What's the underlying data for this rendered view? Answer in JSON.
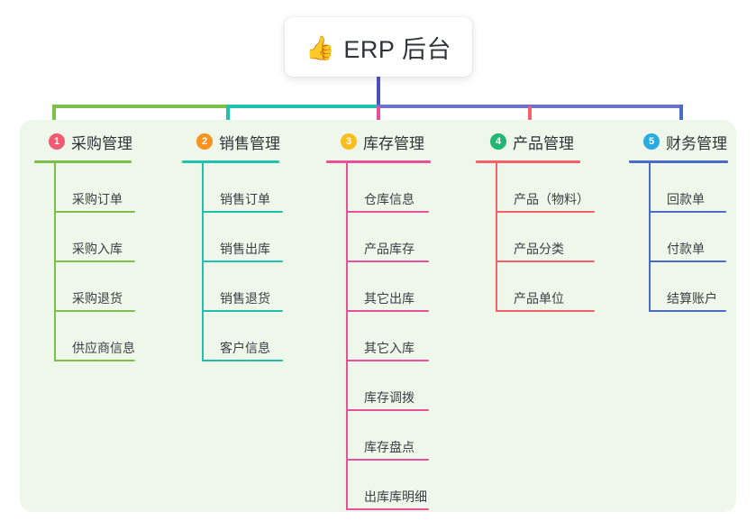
{
  "diagram": {
    "type": "mindmap-tree",
    "root": {
      "icon": "thumbs-up-icon",
      "icon_glyph": "👍",
      "title": "ERP 后台"
    },
    "panel_color": "#eef7e9",
    "branches": [
      {
        "number": "1",
        "title": "采购管理",
        "badge_color": "#f25a72",
        "line_color": "#7cc04a",
        "connector_color": "#7cc04a",
        "items": [
          "采购订单",
          "采购入库",
          "采购退货",
          "供应商信息"
        ]
      },
      {
        "number": "2",
        "title": "销售管理",
        "badge_color": "#f7931e",
        "line_color": "#1ec2ae",
        "connector_color": "#1ec2ae",
        "items": [
          "销售订单",
          "销售出库",
          "销售退货",
          "客户信息"
        ]
      },
      {
        "number": "3",
        "title": "库存管理",
        "badge_color": "#fbbd1e",
        "line_color": "#e8509b",
        "connector_color": "#e8509b",
        "items": [
          "仓库信息",
          "产品库存",
          "其它出库",
          "其它入库",
          "库存调拨",
          "库存盘点",
          "出库库明细"
        ]
      },
      {
        "number": "4",
        "title": "产品管理",
        "badge_color": "#22b573",
        "line_color": "#f4616b",
        "connector_color": "#f4616b",
        "items": [
          "产品（物料）",
          "产品分类",
          "产品单位"
        ]
      },
      {
        "number": "5",
        "title": "财务管理",
        "badge_color": "#29abe2",
        "line_color": "#4a6bc8",
        "connector_color": "#7b86d8",
        "items": [
          "回款单",
          "付款单",
          "结算账户"
        ]
      }
    ],
    "bus": {
      "stem_color": "#4a51c4",
      "segments": [
        {
          "color": "#7cc04a"
        },
        {
          "color": "#1ec2ae"
        },
        {
          "color": "#6a74cf"
        }
      ]
    }
  }
}
